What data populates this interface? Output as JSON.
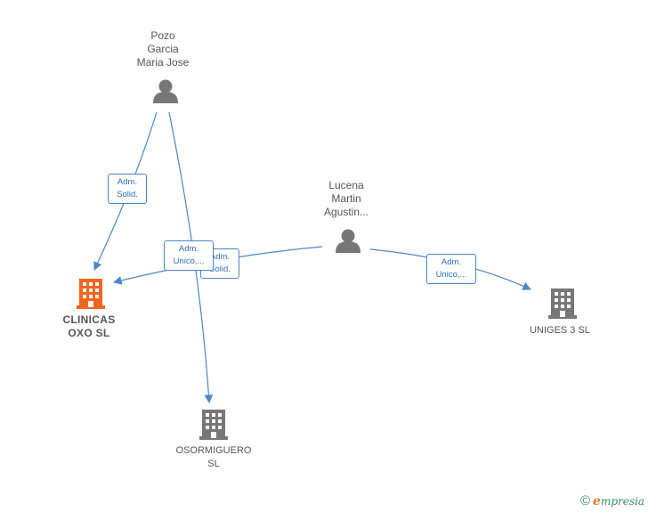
{
  "persons": [
    {
      "id": "pozo",
      "label": "Pozo\nGarcia\nMaria Jose"
    },
    {
      "id": "lucena",
      "label": "Lucena\nMartin\nAgustin..."
    }
  ],
  "companies": [
    {
      "id": "clinicas",
      "label": "CLINICAS\nOXO  SL",
      "color": "#f26522"
    },
    {
      "id": "uniges",
      "label": "UNIGES 3 SL",
      "color": "#777777"
    },
    {
      "id": "osormiguero",
      "label": "OSORMIGUERO\nSL",
      "color": "#777777"
    }
  ],
  "edges": [
    {
      "id": "e1",
      "from": "pozo",
      "to": "clinicas",
      "label": "Adm.\nSolid."
    },
    {
      "id": "e2",
      "from": "pozo",
      "to": "osormiguero",
      "label": "Adm.\nSolid."
    },
    {
      "id": "e3",
      "from": "lucena",
      "to": "clinicas",
      "label": "Adm.\nUnico,..."
    },
    {
      "id": "e4",
      "from": "lucena",
      "to": "uniges",
      "label": "Adm.\nUnico,..."
    }
  ],
  "colors": {
    "edge": "#4a86c8",
    "person": "#777777"
  },
  "watermark": {
    "symbol": "©",
    "brand_initial": "e",
    "brand_rest": "mpresia"
  }
}
